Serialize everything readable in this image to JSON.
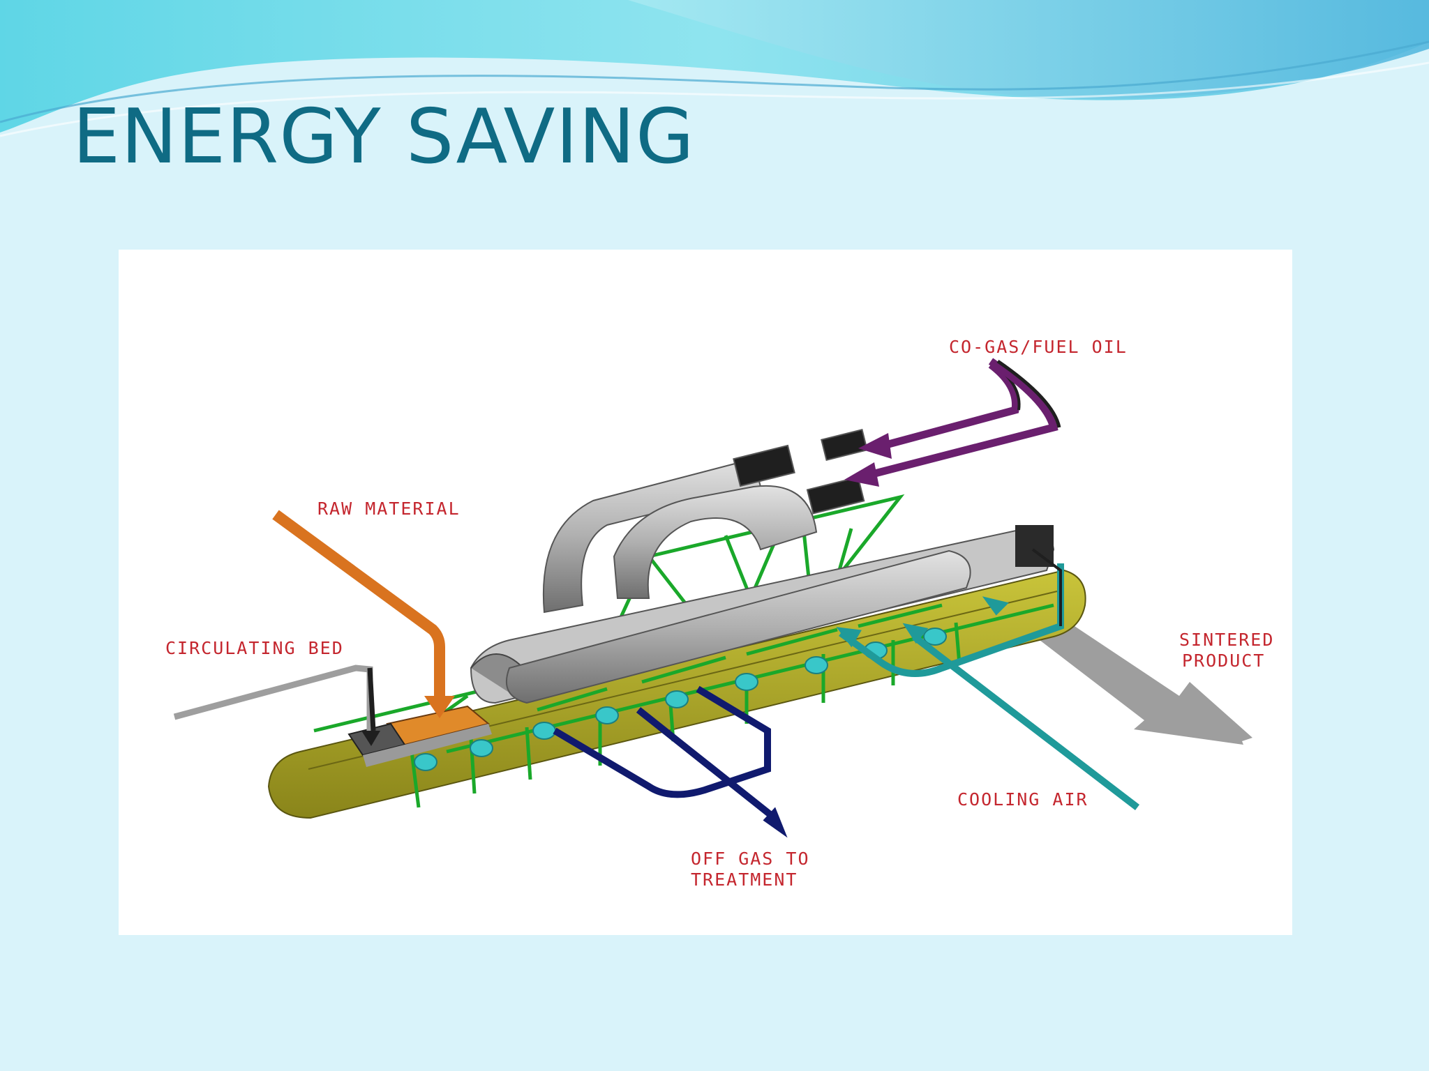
{
  "slide": {
    "title": "ENERGY SAVING"
  },
  "diagram": {
    "labels": {
      "co_gas": "CO-GAS/FUEL OIL",
      "raw_material": "RAW MATERIAL",
      "circulating_bed": "CIRCULATING BED",
      "sintered_product_1": "SINTERED",
      "sintered_product_2": "PRODUCT",
      "cooling_air": "COOLING AIR",
      "off_gas_1": "OFF GAS TO",
      "off_gas_2": "TREATMENT"
    },
    "colors": {
      "label_red": "#c4262e",
      "raw_material_orange": "#d9731f",
      "co_gas_purple": "#6a1f6e",
      "off_gas_navy": "#101a6e",
      "cooling_air_teal": "#1f9a9a",
      "frame_green": "#1aa82a",
      "belt_olive": "#b6b022",
      "pipe_grey": "#a8a8a8"
    }
  }
}
